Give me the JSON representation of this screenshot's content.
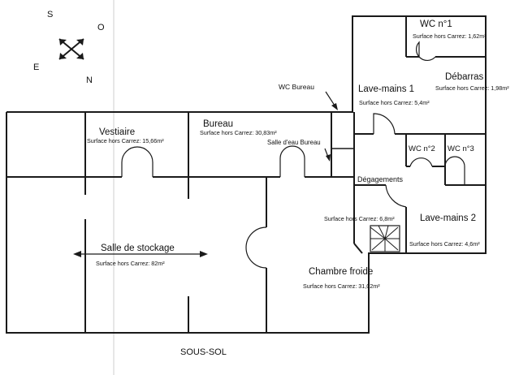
{
  "compass": {
    "s": "S",
    "o": "O",
    "e": "E",
    "n": "N"
  },
  "title": "SOUS-SOL",
  "rooms": {
    "wc1": {
      "name": "WC n°1",
      "area": "Surface hors Carrez: 1,62m²"
    },
    "debarras": {
      "name": "Débarras",
      "area": "Surface hors Carrez: 1,98m²"
    },
    "lavemains1": {
      "name": "Lave-mains 1",
      "area": "Surface hors Carrez: 5,4m²"
    },
    "wcbureau": {
      "name": "WC Bureau"
    },
    "vestiaire": {
      "name": "Vestiaire",
      "area": "Surface hors Carrez: 15,66m²"
    },
    "bureau": {
      "name": "Bureau",
      "area": "Surface hors Carrez: 30,83m²"
    },
    "salledeau": {
      "name": "Salle d'eau Bureau"
    },
    "wc2": {
      "name": "WC n°2"
    },
    "wc3": {
      "name": "WC n°3"
    },
    "degagements": {
      "name": "Dégagements",
      "area": "Surface hors Carrez: 6,8m²"
    },
    "lavemains2": {
      "name": "Lave-mains 2",
      "area": "Surface hors Carrez: 4,6m²"
    },
    "stockage": {
      "name": "Salle de stockage",
      "area": "Surface hors Carrez: 82m²"
    },
    "chambre": {
      "name": "Chambre froide",
      "area": "Surface hors Carrez: 31,02m²"
    }
  },
  "colors": {
    "line": "#1a1a1a",
    "paper": "#ffffff"
  }
}
